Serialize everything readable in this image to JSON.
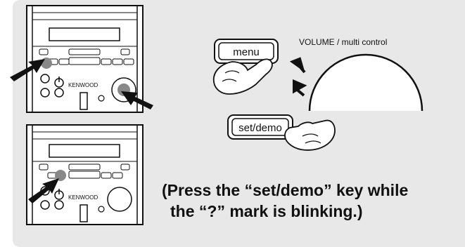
{
  "top_device": {
    "brand": "KENWOOD"
  },
  "bottom_device": {
    "brand": "KENWOOD"
  },
  "keys": {
    "menu": "menu",
    "set_demo": "set/demo"
  },
  "volume_label": "VOLUME / multi control",
  "caption": {
    "line1": "(Press the “set/demo” key while",
    "line2": "the “?” mark is blinking.)"
  },
  "colors": {
    "panel_bg": "#e8e8e8",
    "button_highlight": "#888888",
    "ink": "#111111"
  }
}
